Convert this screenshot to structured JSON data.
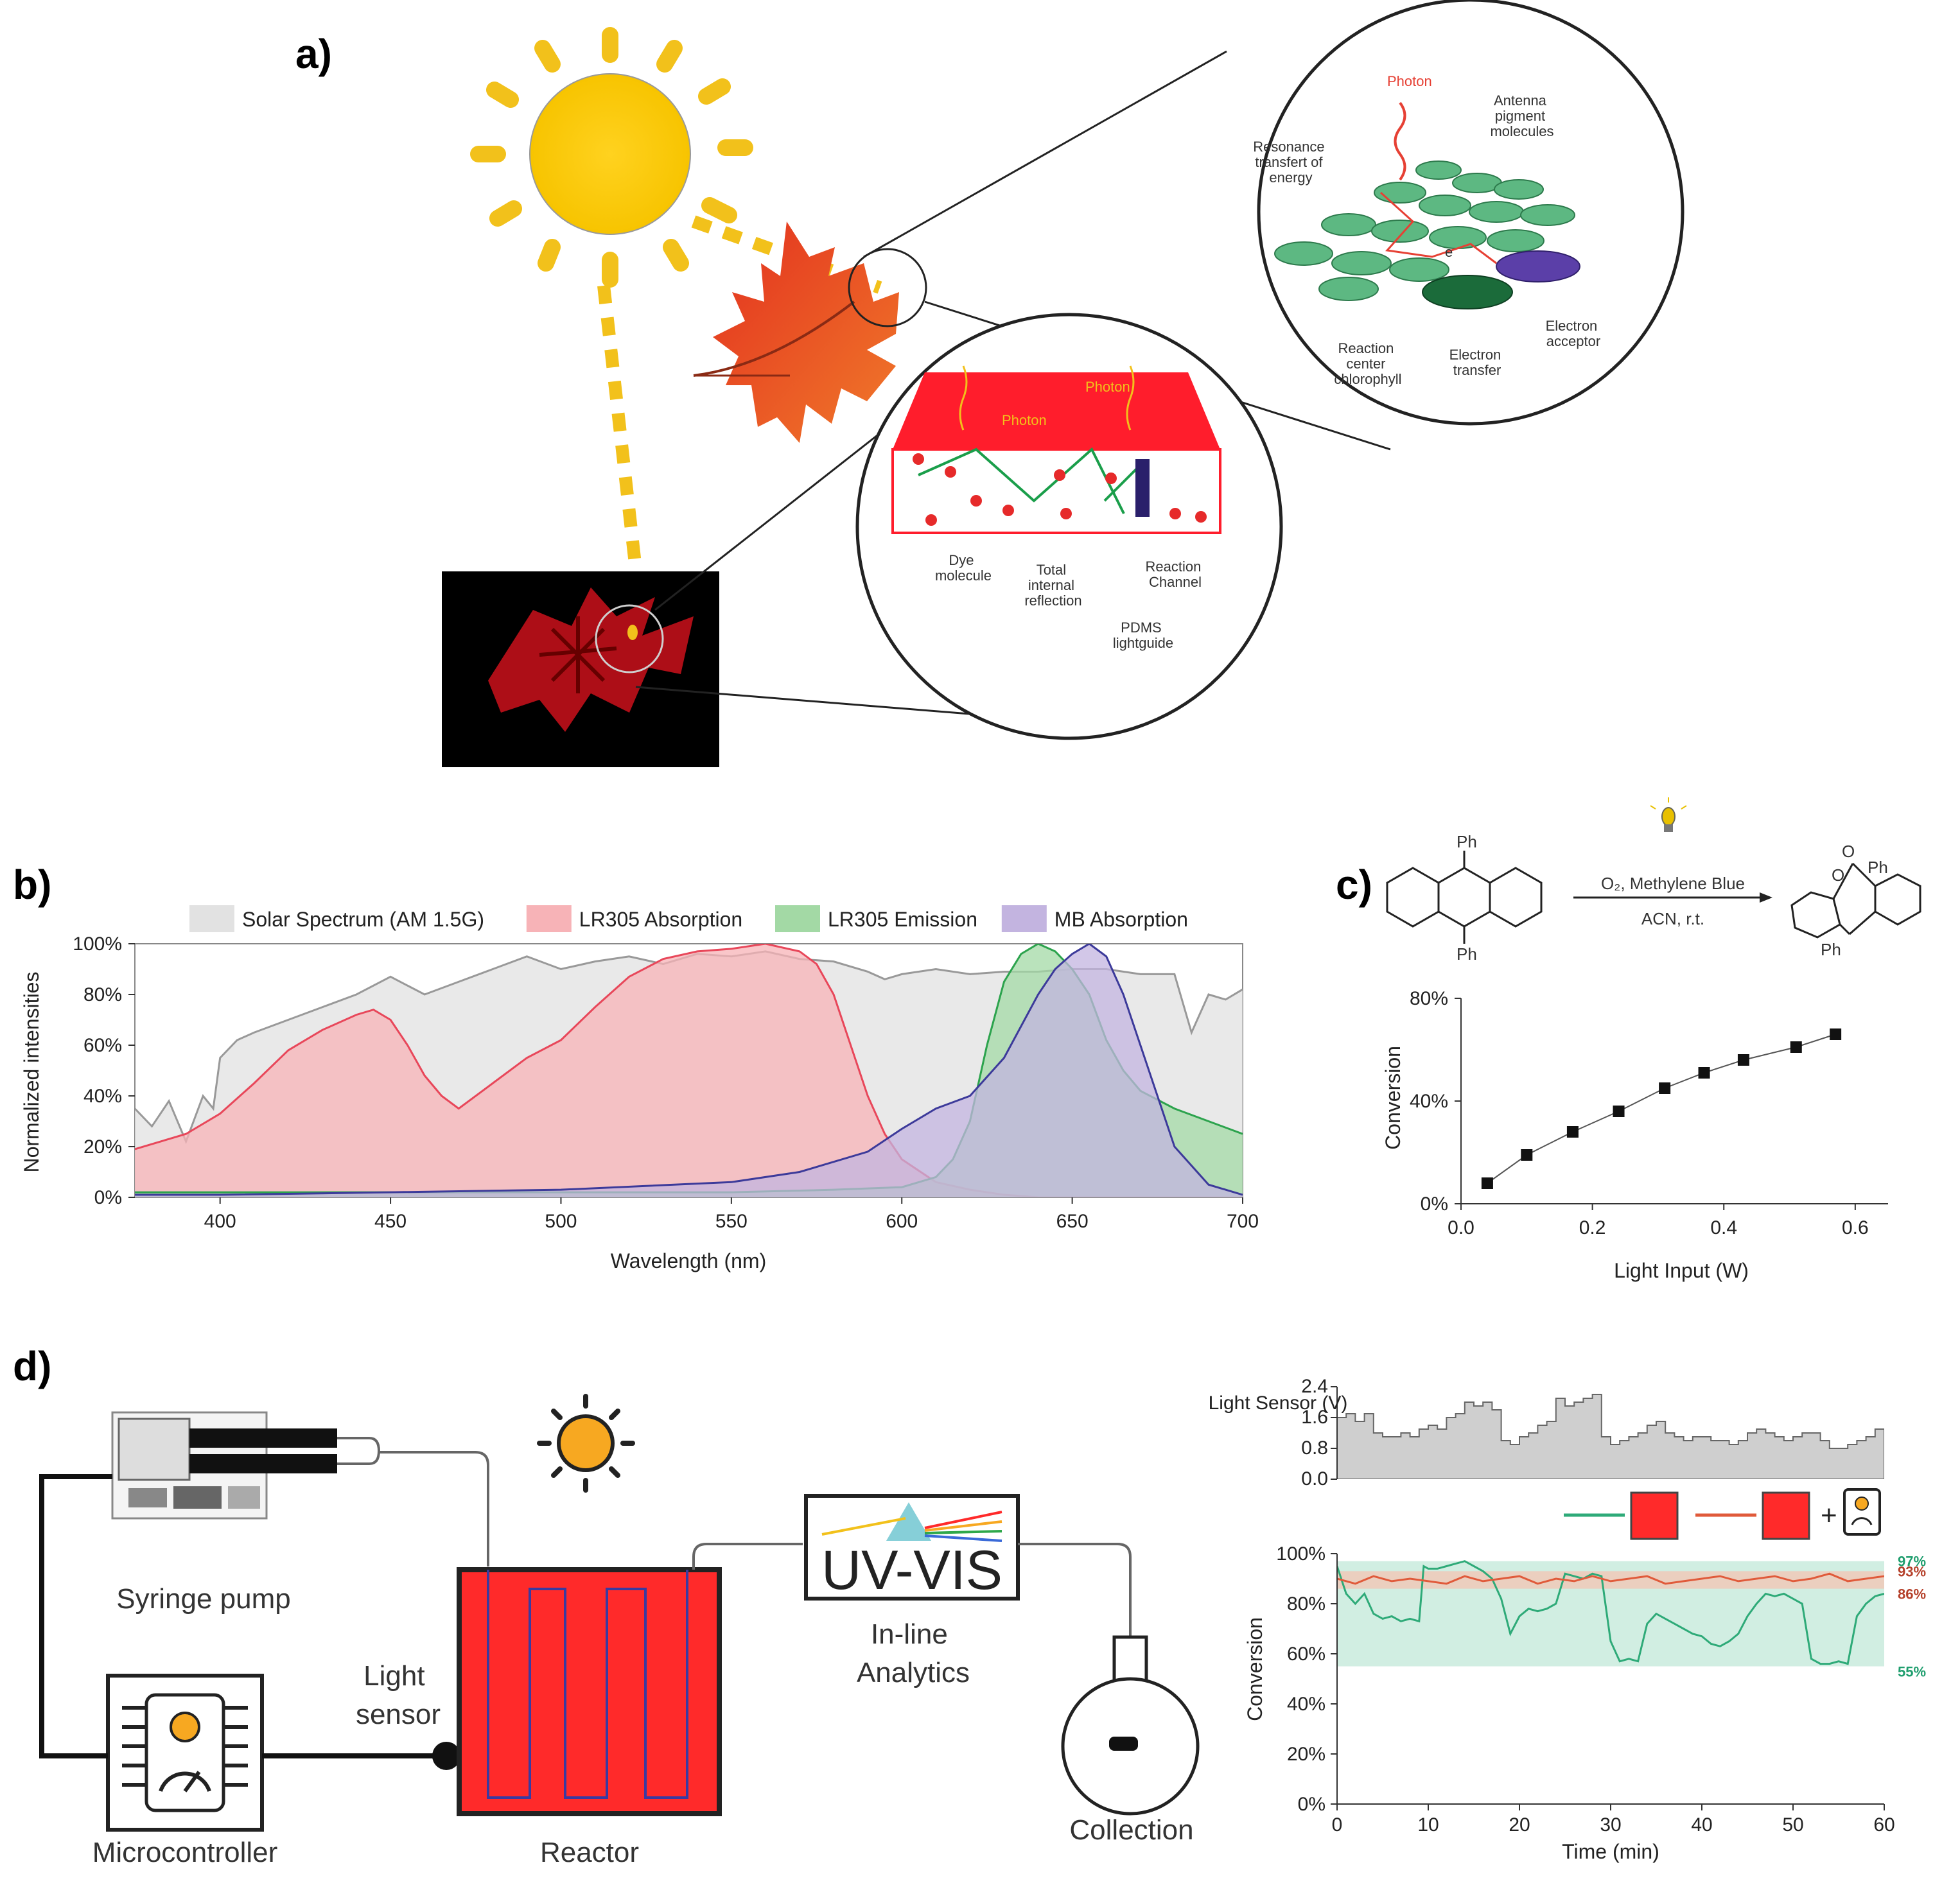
{
  "panels": {
    "a": "a)",
    "b": "b)",
    "c": "c)",
    "d": "d)"
  },
  "panel_a": {
    "photosynthesis": {
      "photon": "Photon",
      "antenna": [
        "Antenna",
        "pigment",
        "molecules"
      ],
      "resonance": [
        "Resonance",
        "transfert of",
        "energy"
      ],
      "e": "e",
      "reaction_center": [
        "Reaction",
        "center",
        "chlorophyll"
      ],
      "electron_transfer": [
        "Electron",
        "transfer"
      ],
      "electron_acceptor": [
        "Electron",
        "acceptor"
      ]
    },
    "lightguide": {
      "photon1": "Photon",
      "photon2": "Photon",
      "dye": [
        "Dye",
        "molecule"
      ],
      "tir": [
        "Total",
        "internal",
        "reflection"
      ],
      "pdms": [
        "PDMS",
        "lightguide"
      ],
      "channel": [
        "Reaction",
        "Channel"
      ]
    }
  },
  "panel_c": {
    "reactant_sub_top": "Ph",
    "reactant_sub_bottom": "Ph",
    "arrow_top": "O₂, Methylene Blue",
    "arrow_bottom": "ACN, r.t.",
    "product_o1": "O",
    "product_o2": "O",
    "product_ph1": "Ph",
    "product_ph2": "Ph"
  },
  "panel_d_scheme": {
    "syringe_pump": "Syringe pump",
    "microcontroller": "Microcontroller",
    "light_sensor": [
      "Light",
      "sensor"
    ],
    "reactor": "Reactor",
    "uvvis": "UV-VIS",
    "inline": [
      "In-line",
      "Analytics"
    ],
    "collection": "Collection"
  },
  "chart_data": [
    {
      "id": "b",
      "type": "area",
      "xlabel": "Wavelength (nm)",
      "ylabel": "Normalized intensities",
      "xlim": [
        375,
        700
      ],
      "ylim": [
        0,
        100
      ],
      "xticks": [
        400,
        450,
        500,
        550,
        600,
        650,
        700
      ],
      "yticks": [
        0,
        20,
        40,
        60,
        80,
        100
      ],
      "y_unit": "%",
      "legend_position": "top",
      "series": [
        {
          "name": "Solar Spectrum (AM 1.5G)",
          "color": "#e2e2e2",
          "line": "#999999",
          "x": [
            375,
            380,
            385,
            390,
            395,
            398,
            400,
            405,
            410,
            420,
            430,
            440,
            450,
            460,
            470,
            480,
            490,
            500,
            510,
            520,
            530,
            540,
            550,
            560,
            570,
            580,
            590,
            595,
            600,
            610,
            620,
            630,
            640,
            650,
            660,
            670,
            680,
            685,
            690,
            695,
            700
          ],
          "y": [
            35,
            28,
            38,
            22,
            40,
            35,
            55,
            62,
            65,
            70,
            75,
            80,
            87,
            80,
            85,
            90,
            95,
            90,
            93,
            95,
            92,
            96,
            95,
            97,
            94,
            93,
            89,
            86,
            88,
            90,
            88,
            89,
            89,
            90,
            90,
            88,
            88,
            65,
            80,
            78,
            82
          ]
        },
        {
          "name": "LR305 Absorption",
          "color": "#f7b3b7",
          "line": "#e8475a",
          "x": [
            375,
            390,
            400,
            410,
            420,
            430,
            440,
            445,
            450,
            455,
            460,
            465,
            470,
            480,
            490,
            500,
            510,
            520,
            530,
            540,
            550,
            560,
            570,
            575,
            580,
            585,
            590,
            595,
            600,
            610,
            620,
            630,
            640,
            700
          ],
          "y": [
            19,
            25,
            33,
            45,
            58,
            66,
            72,
            74,
            70,
            60,
            48,
            40,
            35,
            45,
            55,
            62,
            75,
            87,
            94,
            97,
            98,
            100,
            97,
            92,
            80,
            60,
            40,
            25,
            15,
            6,
            3,
            1,
            0,
            0
          ]
        },
        {
          "name": "LR305 Emission",
          "color": "#a3d9a5",
          "line": "#2ca34d",
          "x": [
            375,
            550,
            580,
            600,
            610,
            615,
            620,
            625,
            630,
            635,
            640,
            645,
            650,
            655,
            660,
            665,
            670,
            680,
            690,
            700
          ],
          "y": [
            2,
            2,
            3,
            4,
            8,
            15,
            30,
            60,
            85,
            96,
            100,
            97,
            90,
            80,
            62,
            50,
            42,
            35,
            30,
            25
          ]
        },
        {
          "name": "MB Absorption",
          "color": "#c3b4e0",
          "line": "#3c3a9a",
          "x": [
            375,
            400,
            450,
            500,
            550,
            570,
            590,
            600,
            610,
            620,
            630,
            640,
            645,
            650,
            655,
            660,
            665,
            670,
            675,
            680,
            690,
            700
          ],
          "y": [
            1,
            1,
            2,
            3,
            6,
            10,
            18,
            27,
            35,
            40,
            55,
            80,
            90,
            96,
            100,
            95,
            80,
            60,
            40,
            20,
            5,
            1
          ]
        }
      ]
    },
    {
      "id": "c",
      "type": "scatter",
      "xlabel": "Light Input (W)",
      "ylabel": "Conversion",
      "xlim": [
        0,
        0.65
      ],
      "ylim": [
        0,
        80
      ],
      "xticks": [
        0.0,
        0.2,
        0.4,
        0.6
      ],
      "yticks": [
        0,
        40,
        80
      ],
      "y_unit": "%",
      "series": [
        {
          "x": [
            0.04,
            0.1,
            0.17,
            0.24,
            0.31,
            0.37,
            0.43,
            0.51,
            0.57
          ],
          "y": [
            8,
            19,
            28,
            36,
            45,
            51,
            56,
            61,
            66
          ]
        }
      ]
    },
    {
      "id": "d_sensor",
      "type": "area",
      "ylabel": "Light Sensor (V)",
      "xlim": [
        0,
        60
      ],
      "ylim": [
        0,
        2.4
      ],
      "yticks": [
        0.0,
        0.8,
        1.6,
        2.4
      ],
      "series": [
        {
          "name": "Light Sensor (V)",
          "x": [
            0,
            1,
            2,
            3,
            4,
            5,
            6,
            7,
            8,
            9,
            10,
            11,
            12,
            13,
            14,
            15,
            16,
            17,
            18,
            19,
            20,
            21,
            22,
            23,
            24,
            25,
            26,
            27,
            28,
            29,
            30,
            31,
            32,
            33,
            34,
            35,
            36,
            37,
            38,
            39,
            40,
            41,
            42,
            43,
            44,
            45,
            46,
            47,
            48,
            49,
            50,
            51,
            52,
            53,
            54,
            55,
            56,
            57,
            58,
            59,
            60
          ],
          "y": [
            1.6,
            1.7,
            1.5,
            1.7,
            1.2,
            1.1,
            1.1,
            1.2,
            1.1,
            1.3,
            1.4,
            1.3,
            1.6,
            1.7,
            2.0,
            1.9,
            2.0,
            1.8,
            1.0,
            0.9,
            1.1,
            1.2,
            1.4,
            1.5,
            2.1,
            1.9,
            2.0,
            2.1,
            2.2,
            1.1,
            0.9,
            1.0,
            1.1,
            1.2,
            1.4,
            1.5,
            1.2,
            1.1,
            1.0,
            1.1,
            1.1,
            1.0,
            1.0,
            0.9,
            1.0,
            1.2,
            1.3,
            1.2,
            1.1,
            1.0,
            1.1,
            1.2,
            1.2,
            1.0,
            0.8,
            0.8,
            0.9,
            1.0,
            1.1,
            1.3,
            1.2
          ]
        }
      ]
    },
    {
      "id": "d_conversion",
      "type": "line",
      "xlabel": "Time (min)",
      "ylabel": "Conversion",
      "xlim": [
        0,
        60
      ],
      "ylim": [
        0,
        100
      ],
      "xticks": [
        0,
        10,
        20,
        30,
        40,
        50,
        60
      ],
      "yticks": [
        0,
        20,
        40,
        60,
        80,
        100
      ],
      "y_unit": "%",
      "bands": [
        {
          "low": 55,
          "high": 97,
          "color": "#c9ebdd",
          "labels": [
            "97%",
            "55%"
          ],
          "label_color": "#1f9e6e"
        },
        {
          "low": 86,
          "high": 93,
          "color": "#f0c9b9",
          "labels": [
            "93%",
            "86%"
          ],
          "label_color": "#b5402a"
        }
      ],
      "series": [
        {
          "color": "#2eaa78",
          "x": [
            0,
            1,
            2,
            3,
            4,
            5,
            6,
            7,
            8,
            9,
            9.5,
            10,
            11,
            12,
            13,
            14,
            15,
            16,
            17,
            18,
            19,
            20,
            21,
            22,
            23,
            24,
            25,
            26,
            27,
            28,
            29,
            30,
            31,
            32,
            33,
            34,
            35,
            36,
            37,
            38,
            39,
            40,
            41,
            42,
            43,
            44,
            45,
            46,
            47,
            48,
            49,
            50,
            51,
            52,
            53,
            54,
            55,
            56,
            57,
            58,
            59,
            60
          ],
          "y": [
            95,
            84,
            80,
            84,
            76,
            74,
            75,
            73,
            74,
            73,
            95,
            94,
            94,
            95,
            96,
            97,
            95,
            93,
            90,
            82,
            68,
            75,
            78,
            77,
            78,
            80,
            92,
            91,
            90,
            92,
            91,
            65,
            57,
            58,
            57,
            72,
            76,
            74,
            72,
            70,
            68,
            67,
            64,
            63,
            65,
            68,
            75,
            80,
            84,
            83,
            84,
            82,
            80,
            58,
            56,
            56,
            57,
            56,
            75,
            80,
            83,
            84
          ]
        },
        {
          "color": "#e05a3a",
          "x": [
            0,
            2,
            4,
            6,
            8,
            10,
            12,
            14,
            16,
            18,
            20,
            22,
            24,
            26,
            28,
            30,
            32,
            34,
            36,
            38,
            40,
            42,
            44,
            46,
            48,
            50,
            52,
            54,
            56,
            58,
            60
          ],
          "y": [
            90,
            88,
            91,
            89,
            90,
            89,
            88,
            91,
            89,
            90,
            91,
            88,
            90,
            89,
            91,
            89,
            90,
            91,
            88,
            89,
            90,
            91,
            89,
            90,
            91,
            89,
            90,
            92,
            89,
            90,
            91
          ]
        }
      ]
    }
  ]
}
